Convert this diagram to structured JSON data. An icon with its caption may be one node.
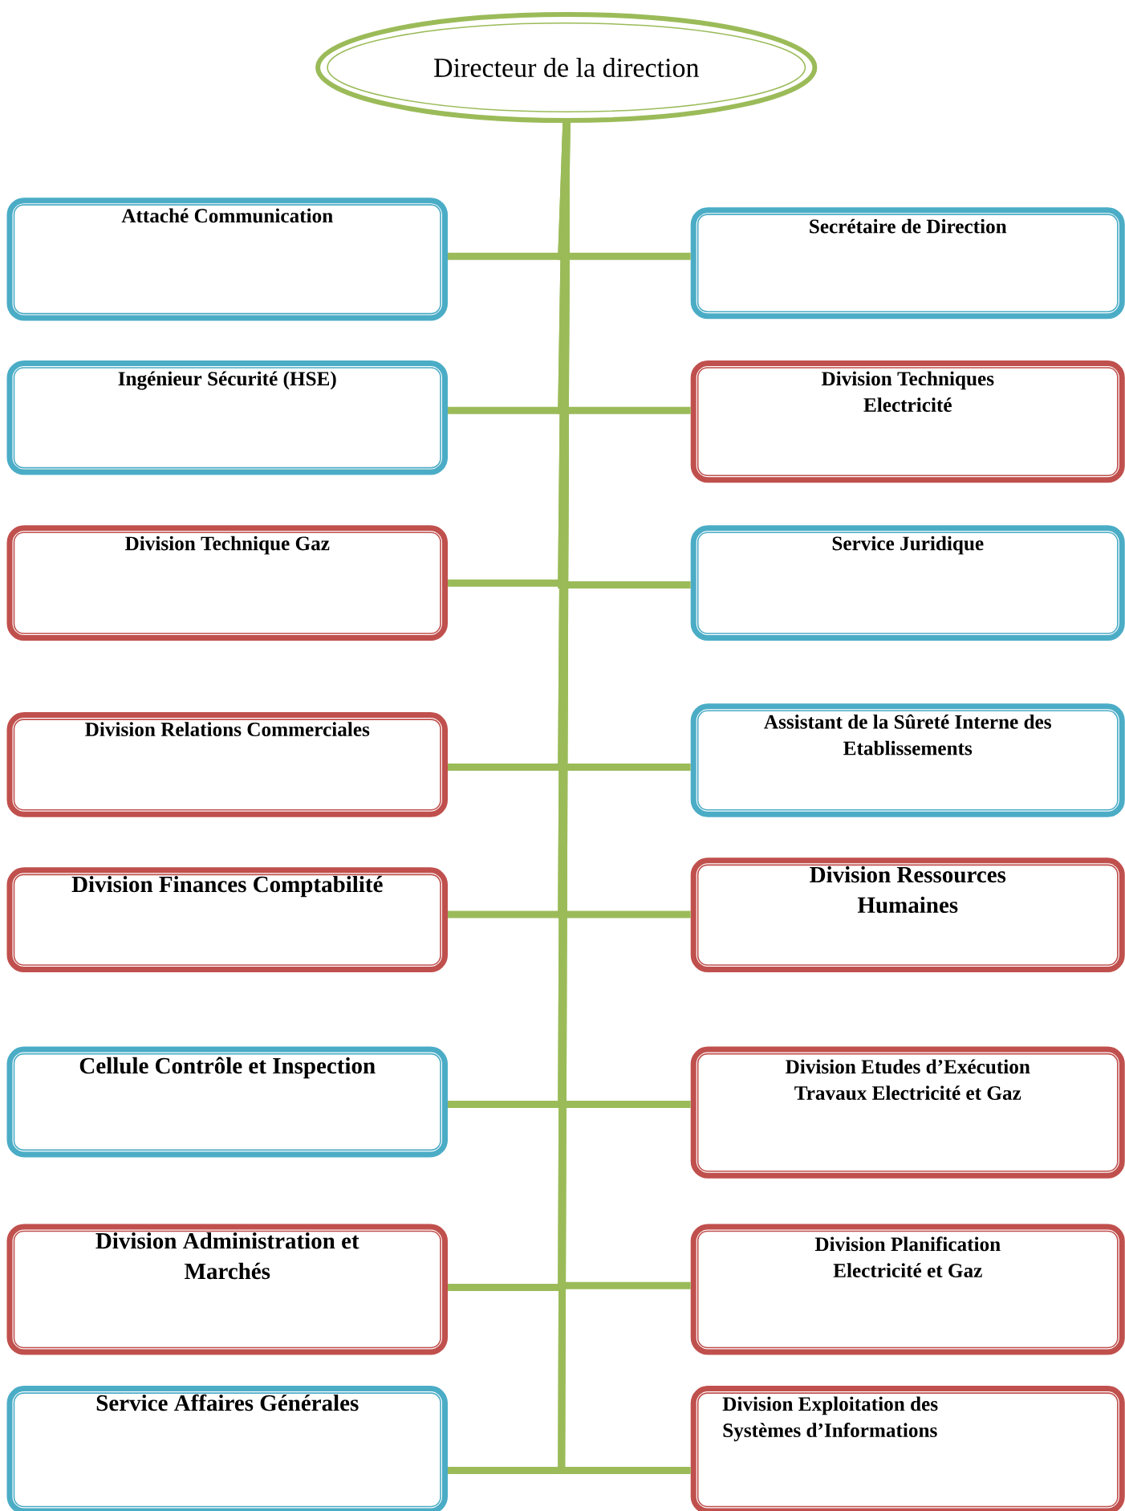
{
  "diagram": {
    "nodes": [
      {
        "text": [
          "Directeur de la direction"
        ]
      },
      {
        "text": [
          "Attaché Communication"
        ]
      },
      {
        "text": [
          "Secrétaire de Direction"
        ]
      },
      {
        "text": [
          "Ingénieur Sécurité (HSE)"
        ]
      },
      {
        "text": [
          "Division Techniques Electricité"
        ]
      },
      {
        "text": [
          "Division Technique Gaz"
        ]
      },
      {
        "text": [
          "Service Juridique"
        ]
      },
      {
        "text": [
          "Division Relations Commerciales"
        ]
      },
      {
        "text": [
          "Assistant de la Sûreté Interne des Etablissements"
        ]
      },
      {
        "text": [
          "Division Finances Comptabilité"
        ]
      },
      {
        "text": [
          "Division Ressources Humaines"
        ]
      },
      {
        "text": [
          "Cellule Contrôle et Inspection"
        ]
      },
      {
        "text": [
          "Division Etudes d’Exécution Travaux Electricité et Gaz"
        ]
      },
      {
        "text": [
          "Division Administration et Marchés"
        ]
      },
      {
        "text": [
          "Division Planification Electricité et Gaz"
        ]
      },
      {
        "text": [
          "Service Affaires Générales"
        ]
      },
      {
        "text": [
          "Division Exploitation des Systèmes d’Informations"
        ]
      }
    ],
    "edges": [
      {
        "from": 0,
        "to": 1,
        "arrow": "none"
      },
      {
        "from": 0,
        "to": 2,
        "arrow": "none"
      },
      {
        "from": 0,
        "to": 3,
        "arrow": "none"
      },
      {
        "from": 0,
        "to": 4,
        "arrow": "none"
      },
      {
        "from": 0,
        "to": 5,
        "arrow": "none"
      },
      {
        "from": 0,
        "to": 6,
        "arrow": "none"
      },
      {
        "from": 0,
        "to": 7,
        "arrow": "none"
      },
      {
        "from": 0,
        "to": 8,
        "arrow": "none"
      },
      {
        "from": 0,
        "to": 9,
        "arrow": "none"
      },
      {
        "from": 0,
        "to": 10,
        "arrow": "none"
      },
      {
        "from": 0,
        "to": 11,
        "arrow": "none"
      },
      {
        "from": 0,
        "to": 12,
        "arrow": "none"
      },
      {
        "from": 0,
        "to": 13,
        "arrow": "none"
      },
      {
        "from": 0,
        "to": 14,
        "arrow": "none"
      },
      {
        "from": 0,
        "to": 15,
        "arrow": "none"
      },
      {
        "from": 0,
        "to": 16,
        "arrow": "none"
      }
    ]
  }
}
